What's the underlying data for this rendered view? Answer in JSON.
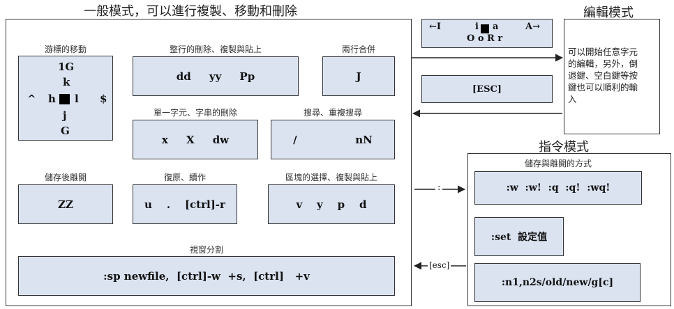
{
  "normal_mode": {
    "title": "一般模式，可以進行複製、移動和刪除",
    "cursor_move": {
      "label": "游標的移動",
      "up2": "1G",
      "up1": "k",
      "left_end": "^",
      "left": "h",
      "right": "l",
      "right_end": "$",
      "down1": "j",
      "down2": "G"
    },
    "line_ops": {
      "label": "整行的刪除、複製與貼上",
      "value": "dd     yy     Pp"
    },
    "join": {
      "label": "兩行合併",
      "value": "J"
    },
    "char_ops": {
      "label": "單一字元、字串的刪除",
      "value": "x     X     dw"
    },
    "search": {
      "label": "搜尋、重複搜尋",
      "value": "/                nN"
    },
    "save_quit": {
      "label": "儲存後離開",
      "value": "ZZ"
    },
    "undo_redo": {
      "label": "復原、續作",
      "value": "u    .    [ctrl]-r"
    },
    "block_ops": {
      "label": "區塊的選擇、複製與貼上",
      "value": "v    y    p    d"
    },
    "split": {
      "label": "視窗分割",
      "value": ":sp newfile,  [ctrl]-w  +s,  [ctrl]   +v"
    }
  },
  "edit_mode": {
    "title": "編輯模式",
    "keys_top_left": "←I",
    "keys_top_i": "i",
    "keys_top_a": "a",
    "keys_top_right": "A→",
    "keys_bottom": "O o R r",
    "esc": "[ESC]",
    "description_lines": [
      "可以開始任意字元",
      "的編輯，另外，倒",
      "退鍵、空白鍵等按",
      "鍵也可以順利的輸",
      "入"
    ]
  },
  "command_mode": {
    "title": "指令模式",
    "save_label": "儲存與離開的方式",
    "save_cmds": ":w  :w!  :q  :q!  :wq!",
    "set_cmd": ":set  設定值",
    "substitute": ":n1,n2s/old/new/g[c]",
    "arrow_to": ":",
    "arrow_back": "[esc]"
  },
  "colors": {
    "box_fill": "#dbe3f1",
    "border": "#333333"
  }
}
